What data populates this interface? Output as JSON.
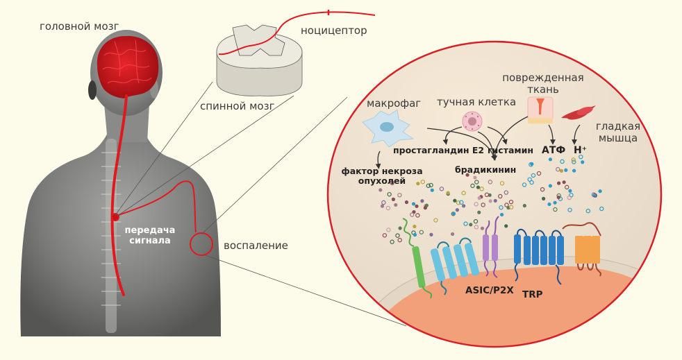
{
  "title": "Механизм ноцицепции при воспалении",
  "labels": {
    "brain": "головной мозг",
    "spinal_cord": "спинной мозг",
    "nociceptor": "ноцицептор",
    "signal_line1": "передача",
    "signal_line2": "сигнала",
    "inflammation": "воспаление"
  },
  "zoom_panel": {
    "sources": {
      "macrophage": "макрофаг",
      "mast_cell": "тучная клетка",
      "damaged_tissue_line1": "поврежденная",
      "damaged_tissue_line2": "ткань",
      "smooth_muscle_line1": "гладкая",
      "smooth_muscle_line2": "мышца"
    },
    "mediators": {
      "tnf_line1": "фактор некроза",
      "tnf_line2": "опухолей",
      "pge2": "простагландин E2",
      "histamine": "гистамин",
      "bradykinin": "брадикинин",
      "atp": "АТФ",
      "proton": "H⁺"
    },
    "receptors": {
      "asic_p2x": "ASIC/P2X",
      "trp": "TRP"
    }
  },
  "colors": {
    "background": "#fdfbea",
    "accent_red": "#d71f26",
    "nerve_red": "#e0191f",
    "cell_interior": "#f2a07a",
    "extracellular": "#ece0cf",
    "receptor_green": "#6cbf5a",
    "receptor_lightblue": "#6cc3e0",
    "receptor_purple": "#b184cc",
    "receptor_blue": "#2e7fc4",
    "receptor_orange": "#f3a24d"
  }
}
